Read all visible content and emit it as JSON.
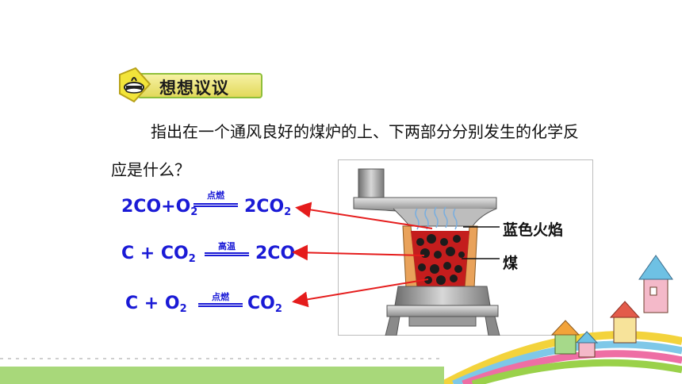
{
  "badge": {
    "title": "想想议议"
  },
  "question": {
    "text": "指出在一个通风良好的煤炉的上、下两部分分别发生的化学反应是什么？"
  },
  "equations": [
    {
      "left": "2CO+O",
      "left_sub": "2",
      "condition": "点燃",
      "right": "2CO",
      "right_sub": "2"
    },
    {
      "left": "C + CO",
      "left_sub": "2",
      "condition": "高温",
      "right": "2CO",
      "right_sub": ""
    },
    {
      "left": "C + O",
      "left_sub": "2",
      "condition": "点燃",
      "right": "CO",
      "right_sub": "2"
    }
  ],
  "labels": {
    "flame": "蓝色火焰",
    "coal": "煤"
  },
  "colors": {
    "equation": "#1a1ad6",
    "arrow": "#e51c1c",
    "badge_border": "#8fbf3a",
    "badge_fill": "#e2d95a"
  },
  "icons": {
    "badge_icon": "pot-lid-icon",
    "houses": "cartoon-houses-icon"
  }
}
